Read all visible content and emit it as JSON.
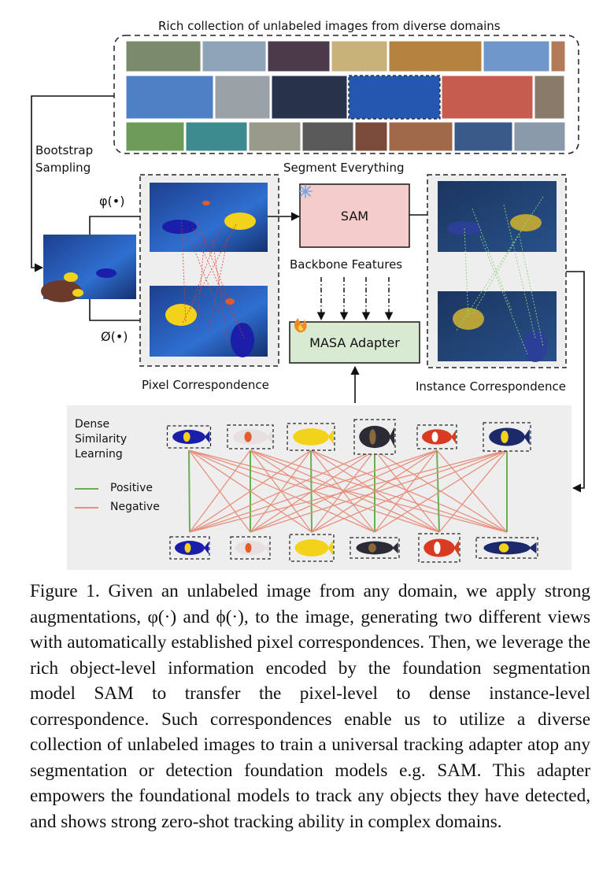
{
  "figure": {
    "collection_title": "Rich collection of unlabeled images from diverse domains",
    "bootstrap_label": "Bootstrap\nSampling",
    "phi_top_label": "φ(•)",
    "phi_bottom_label": "Ø(•)",
    "segment_everything_label": "Segment Everything",
    "sam_label": "SAM",
    "backbone_label": "Backbone Features",
    "adapter_label": "MASA Adapter",
    "pixel_corr_label": "Pixel Correspondence",
    "instance_corr_label": "Instance Correspondence",
    "dense_label": "Dense\nSimilarity\nLearning",
    "legend": [
      {
        "name": "Positive",
        "color": "#6aad52"
      },
      {
        "name": "Negative",
        "color": "#e8907e"
      }
    ],
    "colors": {
      "sam_fill": "#f4cccc",
      "adapter_fill": "#d9ead3",
      "panel_gray": "#eeeeee",
      "positive": "#6aad52",
      "negative": "#e8907e",
      "ocean": "#2a5bb0"
    },
    "icons": [
      "snowflake-icon",
      "fire-icon"
    ]
  },
  "caption": {
    "text": "Figure 1.  Given an unlabeled image from any domain, we apply strong augmentations, φ(·) and ϕ(·), to the image, generating two different views with automatically established pixel correspondences. Then, we leverage the rich object-level information encoded by the foundation segmentation model SAM to transfer the pixel-level to dense instance-level correspondence. Such correspondences enable us to utilize a diverse collection of unlabeled images to train a universal tracking adapter atop any segmentation or detection foundation models e.g. SAM. This adapter empowers the foundational models to track any objects they have detected, and shows strong zero-shot tracking ability in complex domains."
  }
}
